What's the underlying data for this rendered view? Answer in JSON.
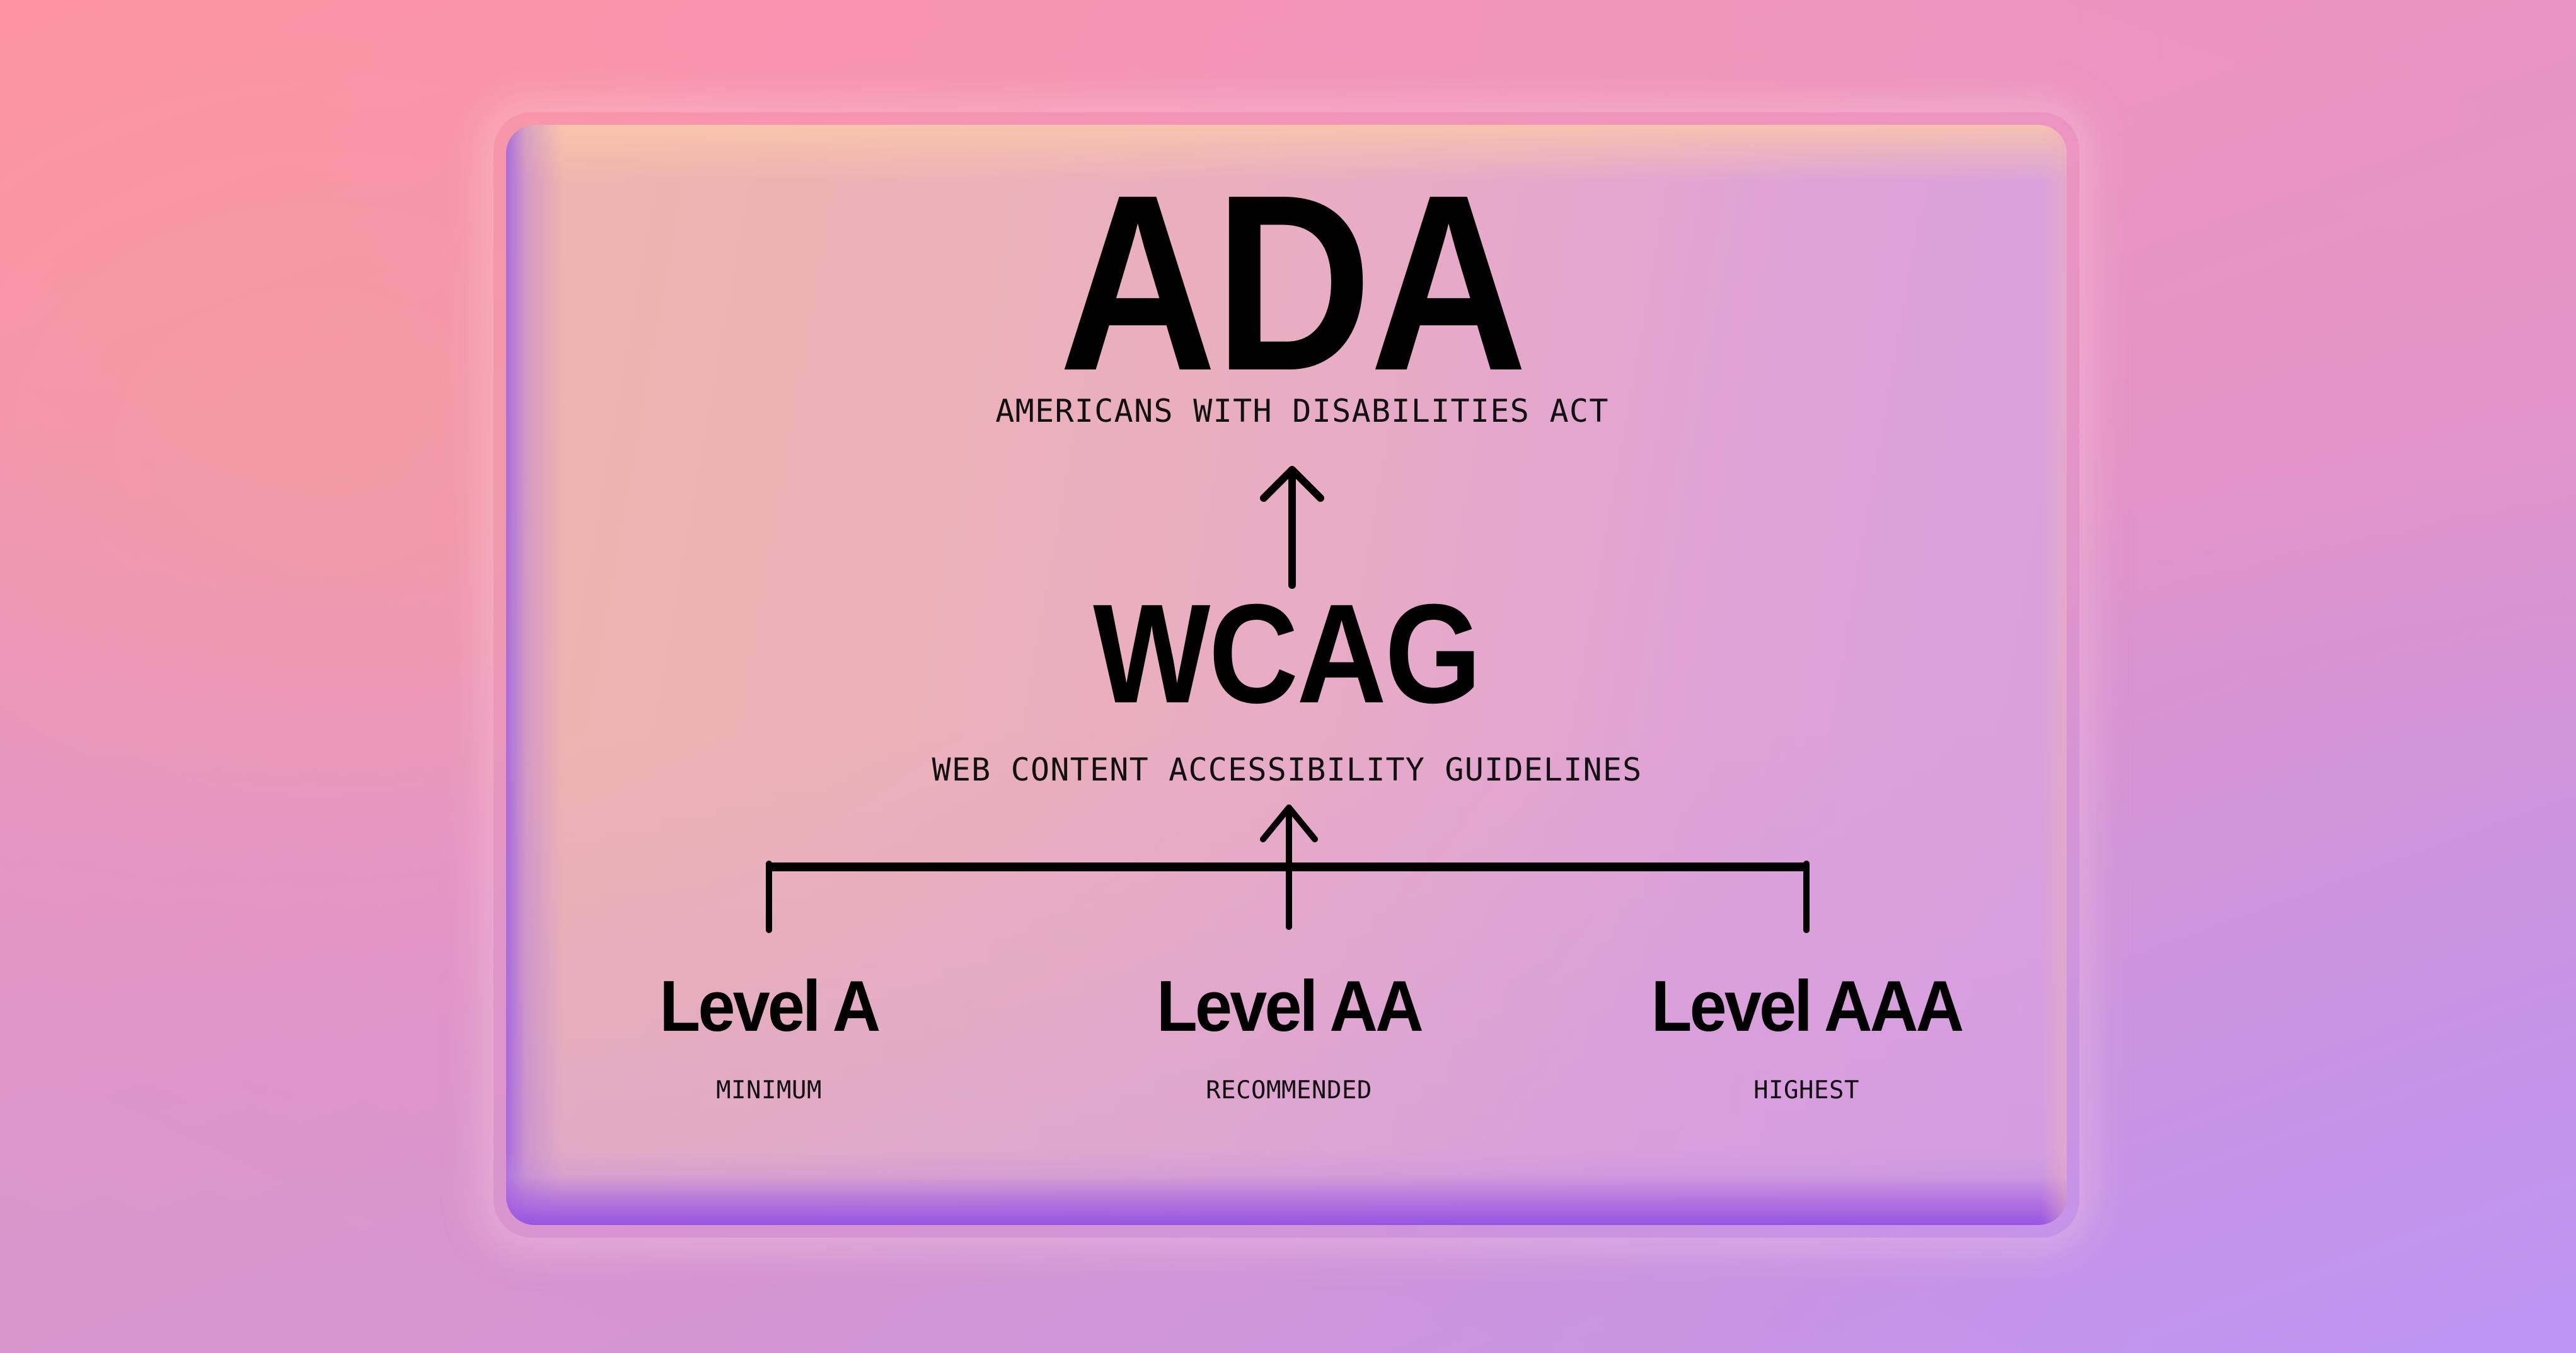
{
  "colors": {
    "background_top_left": "#fe93a3",
    "background_top_right": "#e894c4",
    "background_bottom_left": "#d597ce",
    "background_bottom_right": "#bd95f5",
    "card_left": "#efb4ad",
    "card_right": "#dfa2d6",
    "card_edge_shadow": "#9b55dd",
    "text": "#000000"
  },
  "diagram": {
    "top": {
      "title": "ADA",
      "subtitle": "AMERICANS WITH DISABILITIES ACT"
    },
    "arrow_to_top": {
      "icon": "arrow-up-icon"
    },
    "middle": {
      "title": "WCAG",
      "subtitle": "WEB CONTENT ACCESSIBILITY GUIDELINES"
    },
    "branch_connector": {
      "icon": "branch-arrow-up-icon"
    },
    "levels": [
      {
        "name": "Level A",
        "description": "MINIMUM"
      },
      {
        "name": "Level AA",
        "description": "RECOMMENDED"
      },
      {
        "name": "Level AAA",
        "description": "HIGHEST"
      }
    ]
  }
}
